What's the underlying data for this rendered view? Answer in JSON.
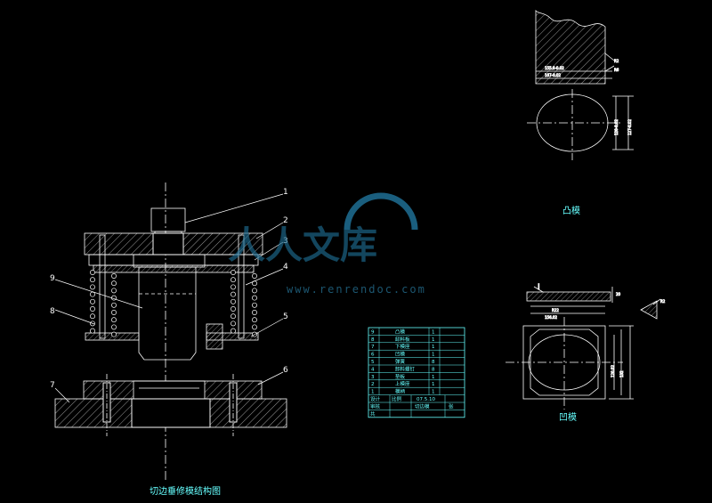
{
  "drawing": {
    "main_title": "切边垂修模结构图",
    "punch_title": "凸模",
    "die_title": "凹模",
    "part_labels": [
      "1",
      "2",
      "3",
      "4",
      "5",
      "6",
      "7",
      "8",
      "9"
    ],
    "detail_marker": "I"
  },
  "bom": {
    "rows": [
      {
        "no": "9",
        "name": "凸模",
        "qty": "1"
      },
      {
        "no": "8",
        "name": "卸料板",
        "qty": "1"
      },
      {
        "no": "7",
        "name": "下模座",
        "qty": "1"
      },
      {
        "no": "6",
        "name": "凹模",
        "qty": "1"
      },
      {
        "no": "5",
        "name": "弹簧",
        "qty": "8"
      },
      {
        "no": "4",
        "name": "卸料螺钉",
        "qty": "8"
      },
      {
        "no": "3",
        "name": "垫板",
        "qty": "1"
      },
      {
        "no": "2",
        "name": "上模座",
        "qty": "1"
      },
      {
        "no": "1",
        "name": "模柄",
        "qty": "1"
      }
    ],
    "footer": {
      "design_label": "设计",
      "check_label": "审核",
      "scale_label": "比例",
      "code": "07.5.10",
      "title_short": "切边模",
      "page_label": "共",
      "sheet_label": "张"
    }
  },
  "watermark": {
    "brand": "人人文库",
    "url": "www.renrendoc.com"
  }
}
